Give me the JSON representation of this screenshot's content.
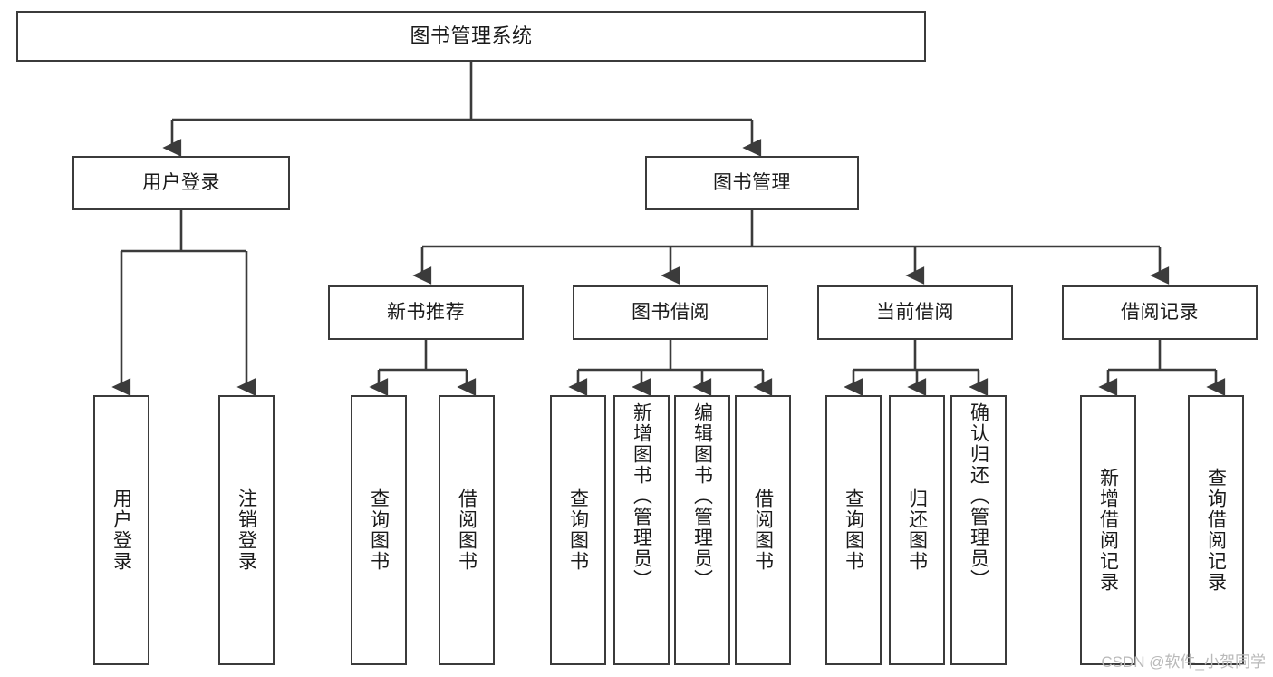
{
  "diagram": {
    "title": "图书管理系统",
    "stroke_color": "#3b3b3b",
    "text_color": "#1a1a1a",
    "background": "#ffffff"
  },
  "nodes": {
    "root": {
      "label": "图书管理系统"
    },
    "level1": [
      {
        "id": "user-login",
        "label": "用户登录"
      },
      {
        "id": "book-manage",
        "label": "图书管理"
      }
    ],
    "level2": [
      {
        "id": "new-book-recommend",
        "label": "新书推荐"
      },
      {
        "id": "book-borrow",
        "label": "图书借阅"
      },
      {
        "id": "current-borrow",
        "label": "当前借阅"
      },
      {
        "id": "borrow-record",
        "label": "借阅记录"
      }
    ],
    "leaves": {
      "user_login": [
        {
          "id": "leaf-user-login",
          "label": "用户登录"
        },
        {
          "id": "leaf-logout-login",
          "label": "注销登录"
        }
      ],
      "new_book_recommend": [
        {
          "id": "leaf-query-book-1",
          "label": "查询图书"
        },
        {
          "id": "leaf-borrow-book-1",
          "label": "借阅图书"
        }
      ],
      "book_borrow": [
        {
          "id": "leaf-query-book-2",
          "label": "查询图书"
        },
        {
          "id": "leaf-add-book",
          "label": "新增图书（管理员）"
        },
        {
          "id": "leaf-edit-book",
          "label": "编辑图书（管理员）"
        },
        {
          "id": "leaf-borrow-book-2",
          "label": "借阅图书"
        }
      ],
      "current_borrow": [
        {
          "id": "leaf-query-book-3",
          "label": "查询图书"
        },
        {
          "id": "leaf-return-book",
          "label": "归还图书"
        },
        {
          "id": "leaf-confirm-return",
          "label": "确认归还（管理员）"
        }
      ],
      "borrow_record": [
        {
          "id": "leaf-add-record",
          "label": "新增借阅记录"
        },
        {
          "id": "leaf-query-record",
          "label": "查询借阅记录"
        }
      ]
    }
  },
  "watermark": {
    "text": "CSDN @软件_小贺同学"
  }
}
